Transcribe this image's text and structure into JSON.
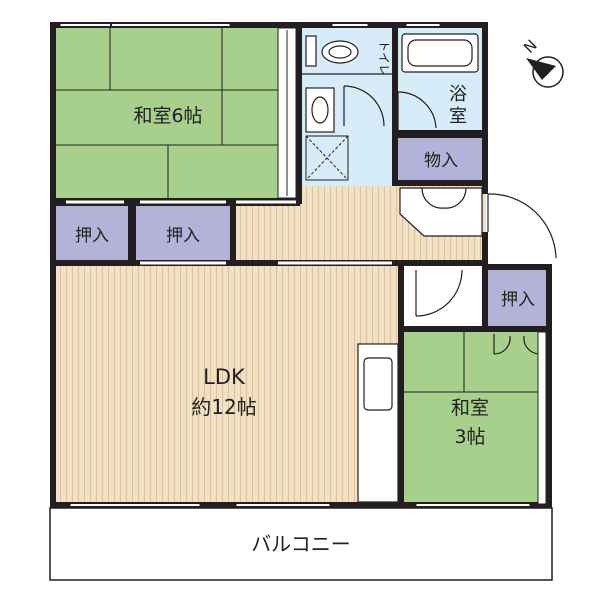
{
  "colors": {
    "wall": "#231f20",
    "tatami": "#a7d08c",
    "closet": "#b3b3d9",
    "wet_area": "#d6ecf8",
    "floor_wood": "#f2e0c4",
    "floor_line": "#d9c29e",
    "balcony": "#ffffff",
    "fixture": "#ffffff"
  },
  "rooms": {
    "washitsu6": {
      "name": "和室6帖"
    },
    "oshiire_a": {
      "name": "押入"
    },
    "oshiire_b": {
      "name": "押入"
    },
    "toilet": {
      "name": "トイレ"
    },
    "bath": {
      "name_top": "浴",
      "name_bottom": "室"
    },
    "storage": {
      "name": "物入"
    },
    "ldk": {
      "name": "LDK",
      "size": "約12帖"
    },
    "oshiire_c": {
      "name": "押入"
    },
    "washitsu3": {
      "name_top": "和室",
      "name_bottom": "3帖"
    },
    "balcony": {
      "name": "バルコニー"
    }
  },
  "compass": {
    "label": "N"
  }
}
